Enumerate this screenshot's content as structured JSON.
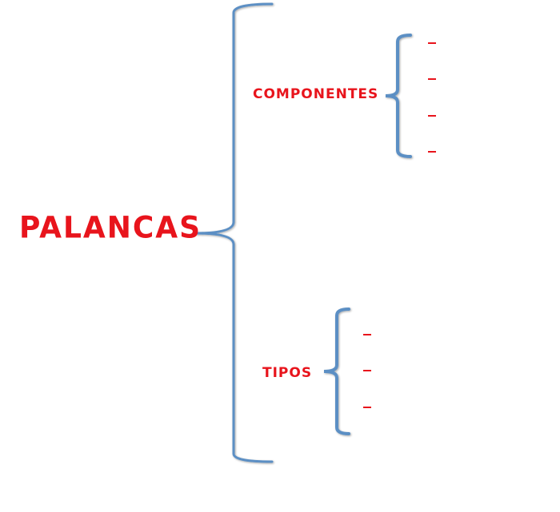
{
  "diagram": {
    "root": {
      "label": "PALANCAS"
    },
    "branches": [
      {
        "label": "COMPONENTES",
        "items": [
          "",
          "",
          "",
          ""
        ]
      },
      {
        "label": "TIPOS",
        "items": [
          "",
          "",
          ""
        ]
      }
    ],
    "colors": {
      "text": "#e8141c",
      "bracket": "#5b8fc4"
    }
  }
}
